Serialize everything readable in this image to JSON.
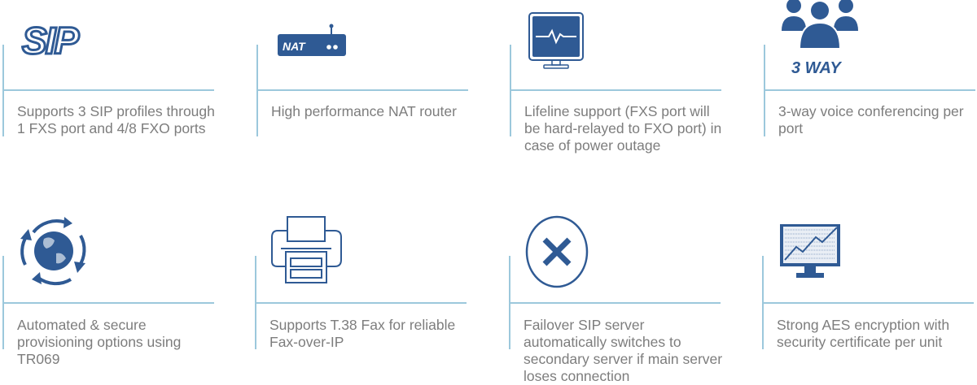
{
  "accent_color": "#2f5a94",
  "line_color": "#9cc8dc",
  "features": [
    {
      "icon": "sip-logo-icon",
      "icon_text": "SIP",
      "text": "Supports 3 SIP profiles through 1 FXS port and 4/8 FXO ports"
    },
    {
      "icon": "nat-router-icon",
      "icon_text": "NAT",
      "text": "High performance NAT router"
    },
    {
      "icon": "monitor-heartbeat-icon",
      "text": "Lifeline support (FXS port will be hard-relayed to FXO port) in case of power outage"
    },
    {
      "icon": "three-people-icon",
      "icon_text": "3 WAY",
      "text": "3-way voice conferencing per port"
    },
    {
      "icon": "globe-sync-icon",
      "text": "Automated & secure provisioning options using TR069"
    },
    {
      "icon": "fax-printer-icon",
      "text": "Supports T.38 Fax for reliable Fax-over-IP"
    },
    {
      "icon": "failover-x-icon",
      "text": "Failover SIP server automatically switches to secondary server if main server loses connection"
    },
    {
      "icon": "encryption-monitor-icon",
      "text": "Strong AES encryption with security certificate per unit"
    }
  ]
}
